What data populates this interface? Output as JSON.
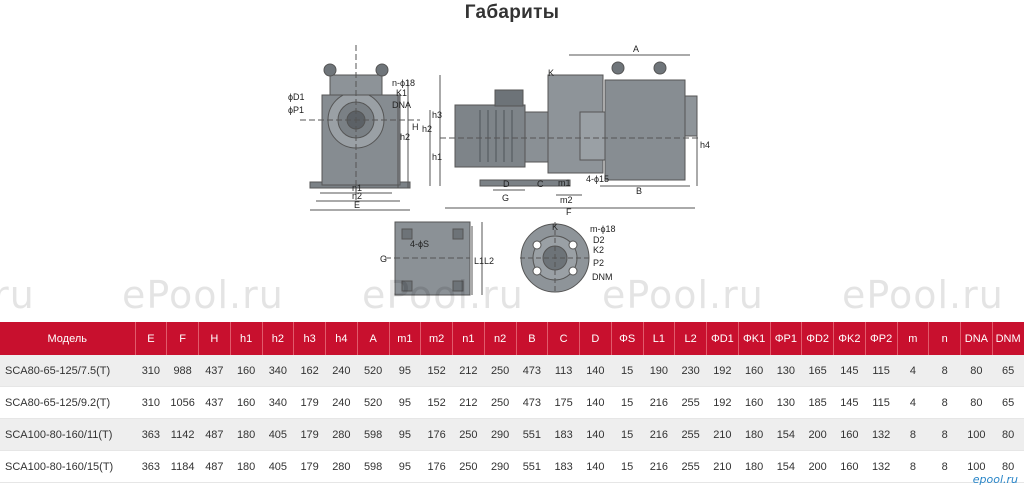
{
  "title": "Габариты",
  "watermark": "ePool.ru",
  "logo": "epool.ru",
  "drawing": {
    "front_labels": [
      "n-ϕ18",
      "K1",
      "DNA",
      "ϕD1",
      "ϕP1",
      "h2",
      "H",
      "n1",
      "n2",
      "E"
    ],
    "side_labels": [
      "A",
      "K",
      "h3",
      "h2",
      "h1",
      "h4",
      "D",
      "C",
      "m1",
      "4-ϕ15",
      "B",
      "G",
      "m2",
      "F"
    ],
    "base_labels": [
      "4-ϕS",
      "G",
      "L1",
      "L2"
    ],
    "flange_labels": [
      "K",
      "m-ϕ18",
      "D2",
      "K2",
      "P2",
      "DNM"
    ]
  },
  "table": {
    "headers": [
      "Модель",
      "E",
      "F",
      "H",
      "h1",
      "h2",
      "h3",
      "h4",
      "A",
      "m1",
      "m2",
      "n1",
      "n2",
      "B",
      "C",
      "D",
      "ΦS",
      "L1",
      "L2",
      "ΦD1",
      "ΦK1",
      "ΦP1",
      "ΦD2",
      "ΦK2",
      "ΦP2",
      "m",
      "n",
      "DNA",
      "DNM"
    ],
    "rows": [
      [
        "SCA80-65-125/7.5(T)",
        "310",
        "988",
        "437",
        "160",
        "340",
        "162",
        "240",
        "520",
        "95",
        "152",
        "212",
        "250",
        "473",
        "113",
        "140",
        "15",
        "190",
        "230",
        "192",
        "160",
        "130",
        "165",
        "145",
        "115",
        "4",
        "8",
        "80",
        "65"
      ],
      [
        "SCA80-65-125/9.2(T)",
        "310",
        "1056",
        "437",
        "160",
        "340",
        "179",
        "240",
        "520",
        "95",
        "152",
        "212",
        "250",
        "473",
        "175",
        "140",
        "15",
        "216",
        "255",
        "192",
        "160",
        "130",
        "185",
        "145",
        "115",
        "4",
        "8",
        "80",
        "65"
      ],
      [
        "SCA100-80-160/11(T)",
        "363",
        "1142",
        "487",
        "180",
        "405",
        "179",
        "280",
        "598",
        "95",
        "176",
        "250",
        "290",
        "551",
        "183",
        "140",
        "15",
        "216",
        "255",
        "210",
        "180",
        "154",
        "200",
        "160",
        "132",
        "8",
        "8",
        "100",
        "80"
      ],
      [
        "SCA100-80-160/15(T)",
        "363",
        "1184",
        "487",
        "180",
        "405",
        "179",
        "280",
        "598",
        "95",
        "176",
        "250",
        "290",
        "551",
        "183",
        "140",
        "15",
        "216",
        "255",
        "210",
        "180",
        "154",
        "200",
        "160",
        "132",
        "8",
        "8",
        "100",
        "80"
      ]
    ]
  }
}
